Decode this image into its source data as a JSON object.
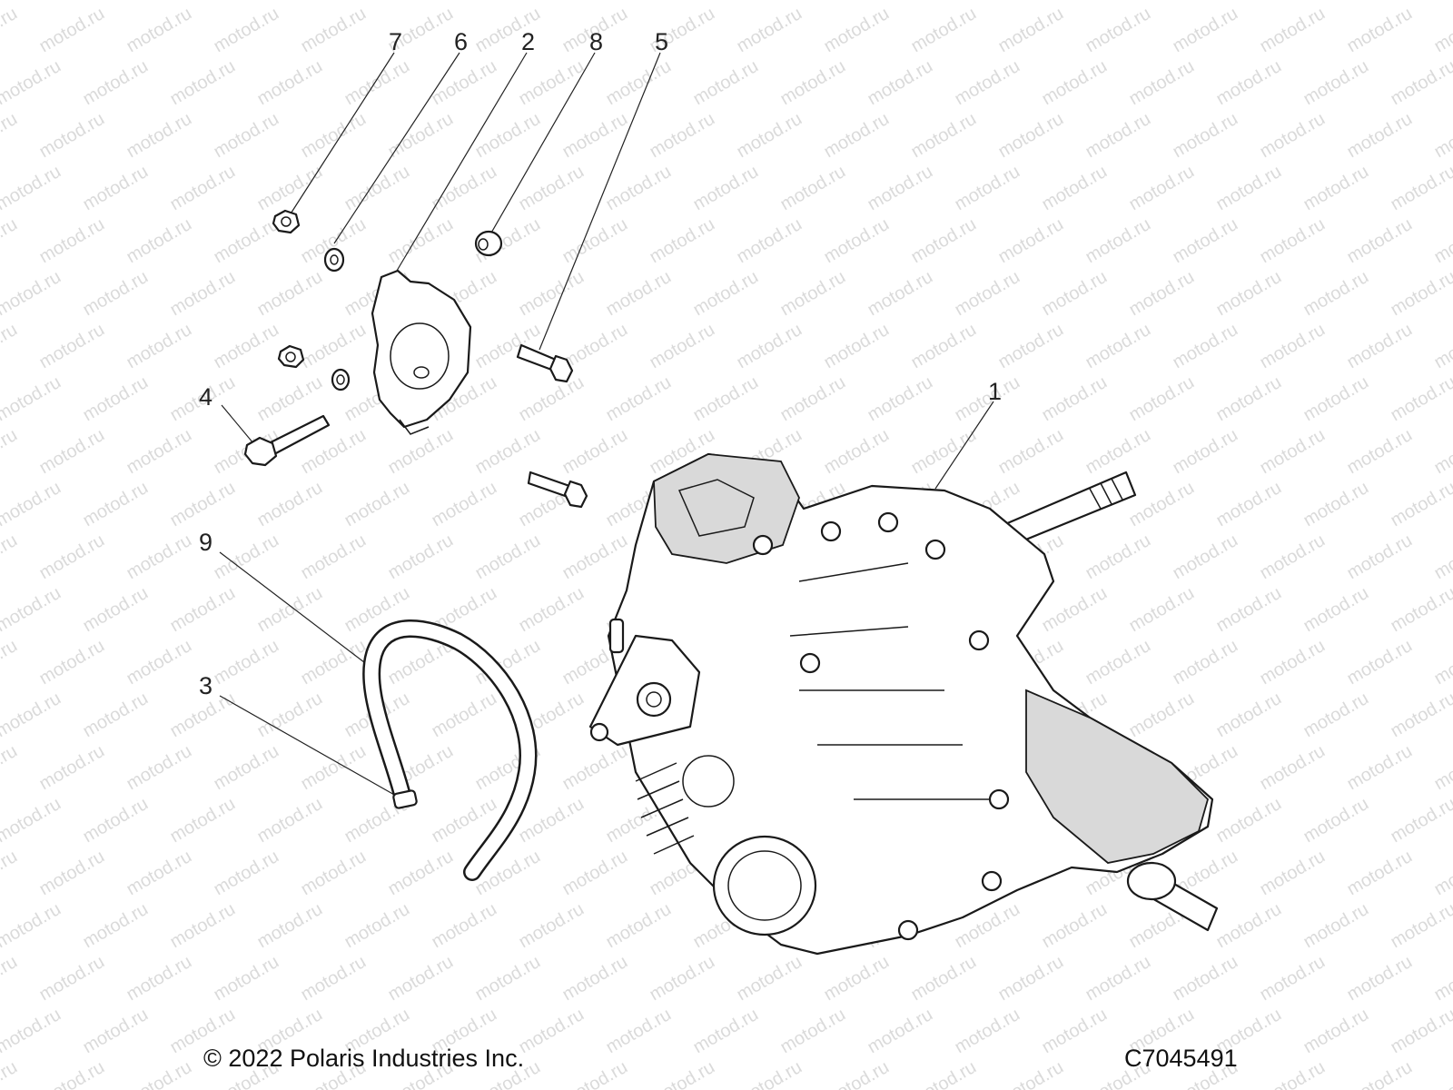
{
  "watermark": {
    "text": "motod.ru"
  },
  "callouts": [
    {
      "id": "7",
      "label": "7"
    },
    {
      "id": "6",
      "label": "6"
    },
    {
      "id": "2",
      "label": "2"
    },
    {
      "id": "8",
      "label": "8"
    },
    {
      "id": "5",
      "label": "5"
    },
    {
      "id": "4",
      "label": "4"
    },
    {
      "id": "1",
      "label": "1"
    },
    {
      "id": "9",
      "label": "9"
    },
    {
      "id": "3",
      "label": "3"
    }
  ],
  "footer": {
    "copyright": "© 2022 Polaris Industries Inc.",
    "drawing_code": "C7045491"
  }
}
